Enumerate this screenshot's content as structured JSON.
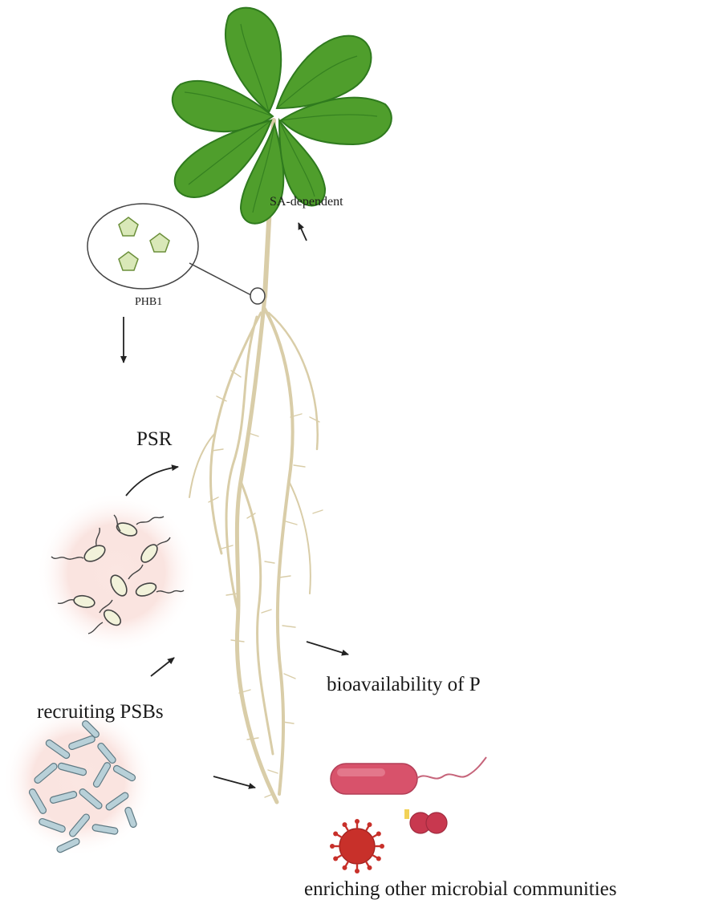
{
  "labels": {
    "sa_dependent": "SA-dependent",
    "phb1": "PHB1",
    "psr": "PSR",
    "bioavailability": "bioavailability of P",
    "recruiting": "recruiting PSBs",
    "enriching": "enriching other microbial communities"
  },
  "colors": {
    "leaf": "#4f9e2c",
    "leaf_dark": "#2f7a1e",
    "root": "#e6dcbf",
    "root_stroke": "#cdbf98",
    "pentagon_fill": "#d9e8b8",
    "pentagon_stroke": "#6b8f3a",
    "bacterium_pink": "#d8526b",
    "virus_red": "#c8302a",
    "rods": "#a9c3cc",
    "glow": "#f7d5d0",
    "arrow": "#222222"
  },
  "icons": [
    "plant-icon",
    "phb1-inset-icon",
    "bacteria-cluster-icon",
    "rod-bacteria-icon",
    "flagellated-bacterium-icon",
    "diplococcus-icon",
    "virus-icon"
  ]
}
